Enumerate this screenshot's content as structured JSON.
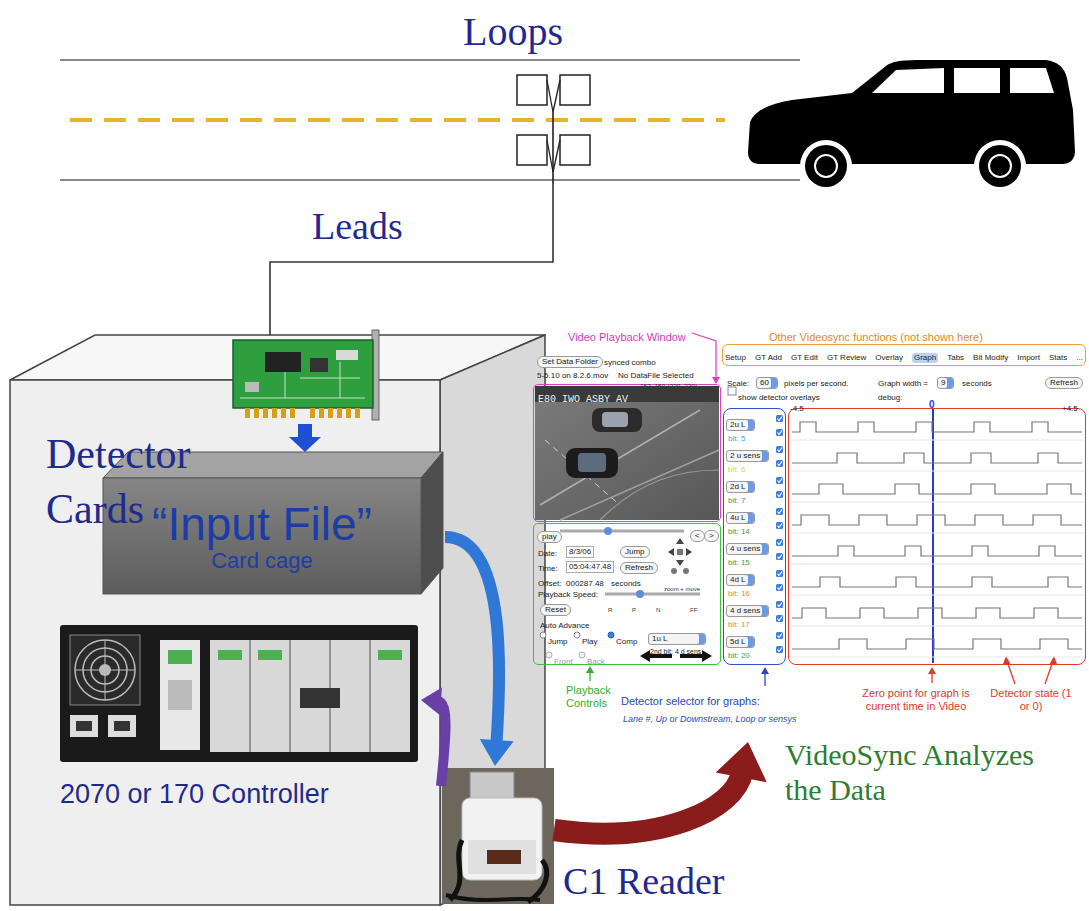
{
  "diagram": {
    "nodes": [
      {
        "text": [
          "Loops"
        ]
      },
      {
        "text": [
          "Detector Cards"
        ]
      },
      {
        "text": [
          "“Input File”",
          "Card cage"
        ]
      },
      {
        "text": [
          "2070 or 170 Controller"
        ]
      },
      {
        "text": [
          "C1 Reader"
        ]
      },
      {
        "text": [
          "VideoSync Analyzes the Data"
        ]
      },
      {
        "text": [
          "Video Playback Window"
        ],
        "in": 5
      },
      {
        "text": [
          "Playback Controls"
        ],
        "in": 5
      },
      {
        "text": [
          "Other Videosync functions (not shown here)"
        ],
        "in": 5
      },
      {
        "text": [
          "Detector selector for graphs:",
          "Lane #, Up or Downstream, Loop or sensys"
        ],
        "in": 5
      },
      {
        "text": [
          "Zero point for graph is current time in Video",
          "Detector state (1 or 0)"
        ],
        "in": 5
      }
    ],
    "edges": [
      {
        "from": 0,
        "to": 1,
        "arrow": "none",
        "label": "Leads"
      },
      {
        "from": 1,
        "to": 2,
        "arrow": "to"
      },
      {
        "from": 2,
        "to": 4,
        "arrow": "to"
      },
      {
        "from": 4,
        "to": 3,
        "arrow": "to"
      },
      {
        "from": 4,
        "to": 5,
        "arrow": "to"
      }
    ],
    "labels": [
      "Set Data Folder",
      "synced combo",
      "5-5.10 on 8.2.6.mov",
      "No DataFile Selected",
      "152, 159-(320, 230)",
      "Setup",
      "GT Add",
      "GT Edit",
      "GT Review",
      "Overlay",
      "Graph",
      "Tabs",
      "Bit Modify",
      "Import",
      "Stats",
      "...",
      "Scale:",
      "60",
      "pixels per second.",
      "Graph width =",
      "9",
      "seconds",
      "Refresh",
      "show detector overlays",
      "debug:",
      "-4.5",
      "0",
      "+4.5",
      "E80 IWO ASBY AV",
      "play",
      "<",
      ">",
      "Date:",
      "8/3/06",
      "Jump",
      "Time:",
      "05:04:47.48",
      "Refresh",
      "Offset:",
      "000287.48",
      "seconds",
      "zoom + move",
      "Playback Speed:",
      "Reset",
      "R",
      "P",
      "N",
      "FF",
      "Auto Advance",
      "Jump",
      "Play",
      "Comp",
      "1u L",
      "2nd bit: 4 d sens",
      "Front",
      "Back",
      "2u L",
      "bit: 5",
      "2 u sens",
      "bit: 6",
      "2d L",
      "bit: 7",
      "4u L",
      "bit: 14",
      "4 u sens",
      "bit: 15",
      "4d L",
      "bit: 16",
      "4 d sens",
      "bit: 17",
      "5d L",
      "bit: 20"
    ]
  }
}
